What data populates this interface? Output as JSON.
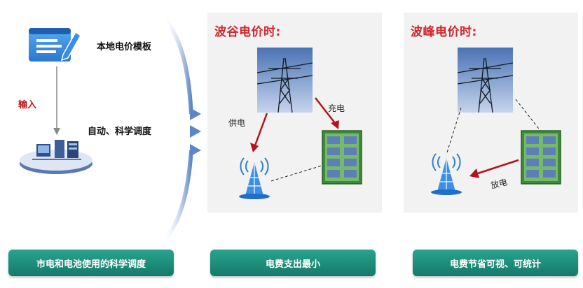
{
  "left": {
    "template_label": "本地电价模板",
    "input_label": "输入",
    "dispatch_label": "自动、科学调度"
  },
  "valley_panel": {
    "title": "波谷电价时:",
    "supply_label": "供电",
    "charge_label": "充电"
  },
  "peak_panel": {
    "title": "波峰电价时:",
    "discharge_label": "放电"
  },
  "buttons": {
    "b1": "市电和电池使用的科学调度",
    "b2": "电费支出最小",
    "b3": "电费节省可视、可统计"
  },
  "colors": {
    "title_red": "#d4252b",
    "arrow_red": "#b3141a",
    "button_teal": "#1e8f7a",
    "flow_blue": "#5c86c4",
    "battery_green": "#3e8a3a"
  }
}
